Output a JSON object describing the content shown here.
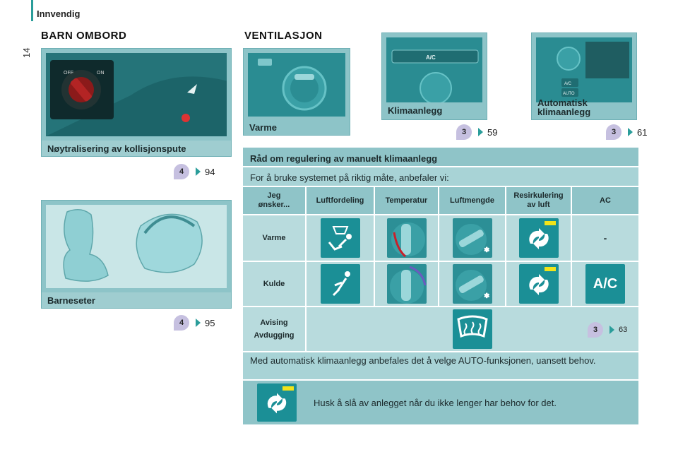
{
  "header": {
    "section": "Innvendig",
    "page_number": "14"
  },
  "left": {
    "title": "BARN OMBORD",
    "airbag_panel": {
      "label": "Nøytralisering av kollisjonspute",
      "ref_chapter": "4",
      "ref_page": "94"
    },
    "seats_panel": {
      "label": "Barneseter",
      "ref_chapter": "4",
      "ref_page": "95"
    }
  },
  "right": {
    "title": "VENTILASJON",
    "heating_panel": {
      "label": "Varme"
    },
    "ac_panel": {
      "label": "Klimaanlegg",
      "ref_chapter": "3",
      "ref_page": "59"
    },
    "auto_panel": {
      "label_line1": "Automatisk",
      "label_line2": "klimaanlegg",
      "ref_chapter": "3",
      "ref_page": "61"
    }
  },
  "table": {
    "title": "Råd om regulering av manuelt klimaanlegg",
    "intro": "For å bruke systemet på riktig måte, anbefaler vi:",
    "headers": {
      "wish_line1": "Jeg",
      "wish_line2": "ønsker...",
      "distribution": "Luftfordeling",
      "temperature": "Temperatur",
      "flow": "Luftmengde",
      "recirc_line1": "Resirkulering",
      "recirc_line2": "av luft",
      "ac": "AC"
    },
    "rows": {
      "heat_label": "Varme",
      "heat_ac_value": "-",
      "cool_label": "Kulde",
      "cool_ac_text": "A/C",
      "defrost_line1": "Avising",
      "defrost_line2": "Avdugging",
      "defrost_ref_chapter": "3",
      "defrost_ref_page": "63"
    },
    "auto_note": "Med automatisk klimaanlegg anbefales det å velge AUTO-funksjonen, uansett behov.",
    "reminder": "Husk å slå av anlegget når du ikke lenger har behov for det."
  },
  "photo_text": {
    "airbag_off": "OFF",
    "airbag_on": "ON",
    "ac_button": "A/C",
    "auto_ac_button": "A/C",
    "auto_button": "AUTO"
  },
  "colors": {
    "accent": "#2a9d9a",
    "panel": "#8dc4c8",
    "table": "#a8d3d6",
    "tile": "#1b8f96",
    "badge": "#c6c0e0",
    "hot": "#c8202a",
    "cold": "#6b5bbf"
  }
}
